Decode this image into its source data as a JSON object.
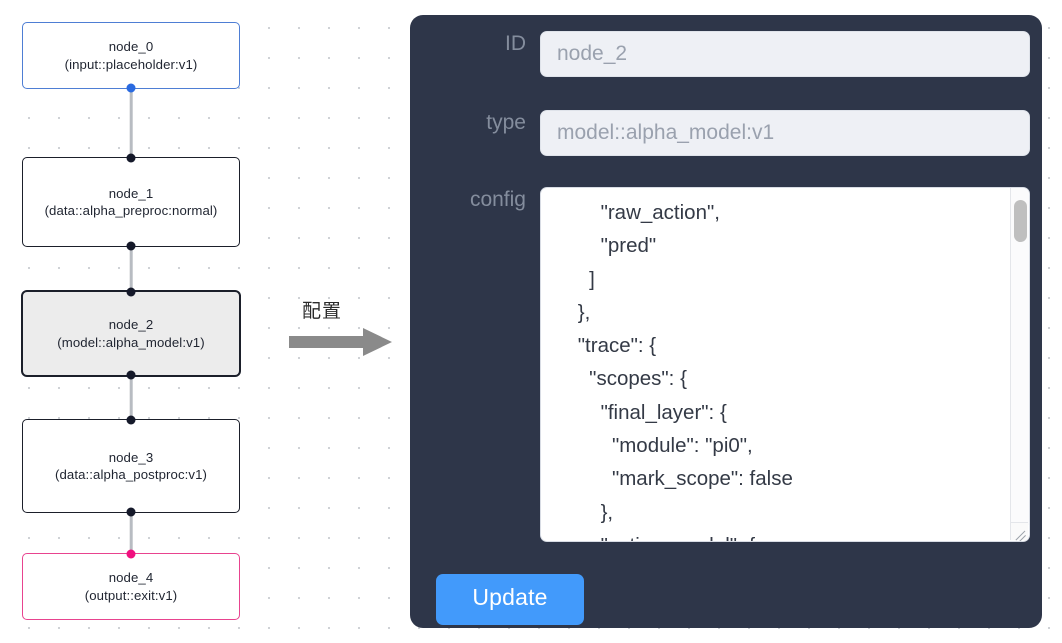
{
  "graph": {
    "nodes": [
      {
        "id": "node_0",
        "label_line1": "node_0",
        "label_line2": "(input::placeholder:v1)",
        "kind": "input",
        "selected": false
      },
      {
        "id": "node_1",
        "label_line1": "node_1",
        "label_line2": "(data::alpha_preproc:normal)",
        "kind": "default",
        "selected": false
      },
      {
        "id": "node_2",
        "label_line1": "node_2",
        "label_line2": "(model::alpha_model:v1)",
        "kind": "model",
        "selected": true
      },
      {
        "id": "node_3",
        "label_line1": "node_3",
        "label_line2": "(data::alpha_postproc:v1)",
        "kind": "default",
        "selected": false
      },
      {
        "id": "node_4",
        "label_line1": "node_4",
        "label_line2": "(output::exit:v1)",
        "kind": "output",
        "selected": false
      }
    ],
    "edges": [
      {
        "from": "node_0",
        "to": "node_1"
      },
      {
        "from": "node_1",
        "to": "node_2"
      },
      {
        "from": "node_2",
        "to": "node_3"
      },
      {
        "from": "node_3",
        "to": "node_4"
      }
    ],
    "colors": {
      "input_border": "#4e7ed4",
      "output_border": "#e8438f",
      "default_border": "#1b1f2a",
      "selected_fill": "#ececec",
      "edge_line": "#b8bcc2",
      "handle": "#15192a",
      "handle_input": "#2a6ae0",
      "handle_output": "#f0107f",
      "grid_dot": "#cfd2d6"
    }
  },
  "transition": {
    "label": "配置",
    "arrow_color": "#8a8a8a"
  },
  "panel": {
    "background": "#2e3649",
    "fields": [
      {
        "name": "ID",
        "label": "ID",
        "value": "node_2"
      },
      {
        "name": "type",
        "label": "type",
        "value": "model::alpha_model:v1"
      },
      {
        "name": "config",
        "label": "config",
        "value": ""
      }
    ],
    "config_label": "config",
    "config_text": "        \"raw_action\",\n        \"pred\"\n      ]\n    },\n    \"trace\": {\n      \"scopes\": {\n        \"final_layer\": {\n          \"module\": \"pi0\",\n          \"mark_scope\": false\n        },\n        \"action_model\": {",
    "scroll": {
      "thumb_position": "top"
    },
    "update_button": {
      "label": "Update",
      "color": "#429afb",
      "text_color": "#ffffff"
    }
  }
}
